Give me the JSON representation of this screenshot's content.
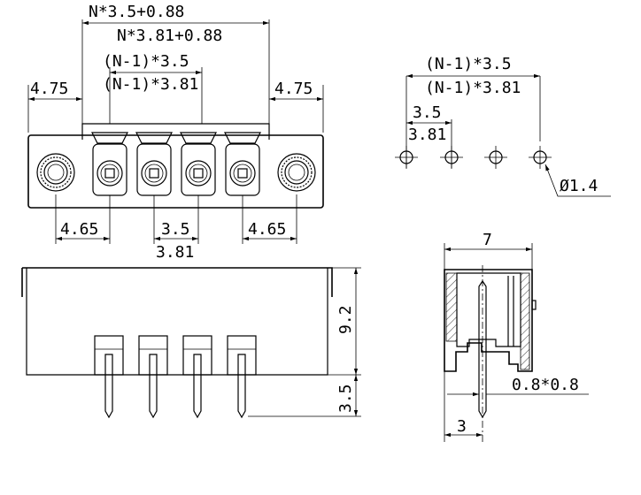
{
  "front_view": {
    "width_35": "N*3.5+0.88",
    "width_381": "N*3.81+0.88",
    "pitch_span_35": "(N-1)*3.5",
    "pitch_span_381": "(N-1)*3.81",
    "flange_left": "4.75",
    "flange_right": "4.75",
    "screw_offset_left": "4.65",
    "screw_offset_right": "4.65",
    "pitch_35": "3.5",
    "pitch_381": "3.81"
  },
  "pcb_layout": {
    "pitch_span_35": "(N-1)*3.5",
    "pitch_span_381": "(N-1)*3.81",
    "pitch_35": "3.5",
    "pitch_381": "3.81",
    "hole_diameter": "Ø1.4"
  },
  "side_view": {
    "height": "9.2",
    "pin_length": "3.5"
  },
  "end_view": {
    "depth": "7",
    "pin_section": "0.8*0.8",
    "pin_offset": "3"
  }
}
